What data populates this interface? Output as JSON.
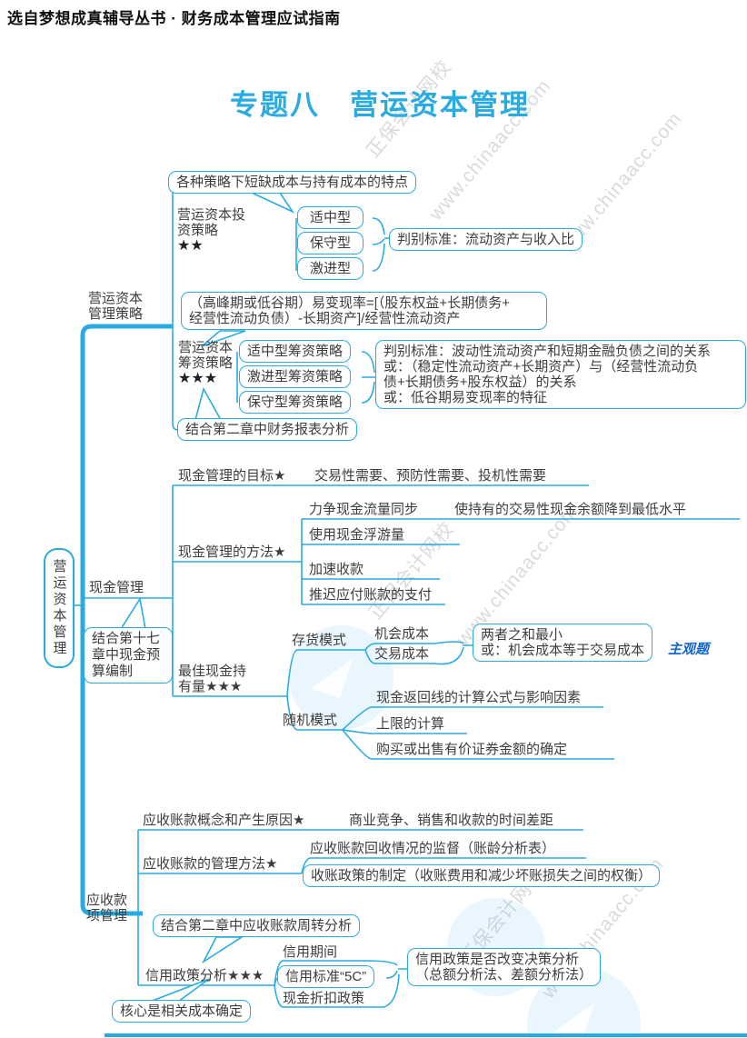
{
  "header": {
    "text": "选自梦想成真辅导丛书 · 财务成本管理应试指南"
  },
  "title": {
    "text": "专题八　营运资本管理"
  },
  "watermark": {
    "brand": "正保会计网校",
    "site": "www.chinaacc.com"
  },
  "colors": {
    "accent": "#29abe2",
    "tag_blue": "#1565d0"
  },
  "root": {
    "label": "营运资本管理"
  },
  "strategy": {
    "label": [
      "营运资本",
      "管理策略"
    ],
    "features_note": "各种策略下短缺成本与持有成本的特点",
    "investment": {
      "label": [
        "营运资本投",
        "资策略",
        "★★"
      ],
      "types": [
        "适中型",
        "保守型",
        "激进型"
      ],
      "criterion": "判别标准：流动资产与收入比"
    },
    "formula": [
      "（高峰期或低谷期）易变现率=[（股东权益+长期债务+",
      "经营性流动负债）-长期资产]/经营性流动资产"
    ],
    "financing": {
      "label": [
        "营运资本",
        "筹资策略",
        "★★★"
      ],
      "types": [
        "适中型筹资策略",
        "激进型筹资策略",
        "保守型筹资策略"
      ],
      "criterion": [
        "判别标准：波动性流动资产和短期金融负债之间的关系",
        "或：（稳定性流动资产+长期资产）与（经营性流动负",
        "债+长期债务+股东权益）的关系",
        "或：低谷期易变现率的特征"
      ]
    },
    "chapter2_note": "结合第二章中财务报表分析"
  },
  "cash": {
    "label": "现金管理",
    "goal": {
      "label": "现金管理的目标★",
      "detail": "交易性需要、预防性需要、投机性需要"
    },
    "methods": {
      "label": "现金管理的方法★",
      "items": [
        "力争现金流量同步",
        "使用现金浮游量",
        "加速收款",
        "推迟应付账款的支付"
      ],
      "sync_detail": "使持有的交易性现金余额降到最低水平"
    },
    "budget_note": [
      "结合第十七",
      "章中现金预",
      "算编制"
    ],
    "holding": {
      "label": [
        "最佳现金持",
        "有量★★★"
      ],
      "inventory": {
        "label": "存货模式",
        "costs": [
          "机会成本",
          "交易成本"
        ],
        "conclusion": [
          "两者之和最小",
          "或：机会成本等于交易成本"
        ],
        "tag": "主观题"
      },
      "random": {
        "label": "随机模式",
        "items": [
          "现金返回线的计算公式与影响因素",
          "上限的计算",
          "购买或出售有价证券金额的确定"
        ]
      }
    }
  },
  "receivables": {
    "label": [
      "应收款",
      "项管理"
    ],
    "concept": {
      "label": "应收账款概念和产生原因★",
      "detail": "商业竞争、销售和收款的时间差距"
    },
    "methods": {
      "label": "应收账款的管理方法★",
      "items": [
        "应收账款回收情况的监督（账龄分析表）",
        "收账政策的制定（收账费用和减少坏账损失之间的权衡）"
      ]
    },
    "turnover_note": "结合第二章中应收账款周转分析",
    "credit": {
      "label": "信用政策分析★★★",
      "items": [
        "信用期间",
        "信用标准“5C”",
        "现金折扣政策"
      ],
      "decision": [
        "信用政策是否改变决策分析",
        "（总额分析法、差额分析法）"
      ]
    },
    "core_note": "核心是相关成本确定"
  }
}
